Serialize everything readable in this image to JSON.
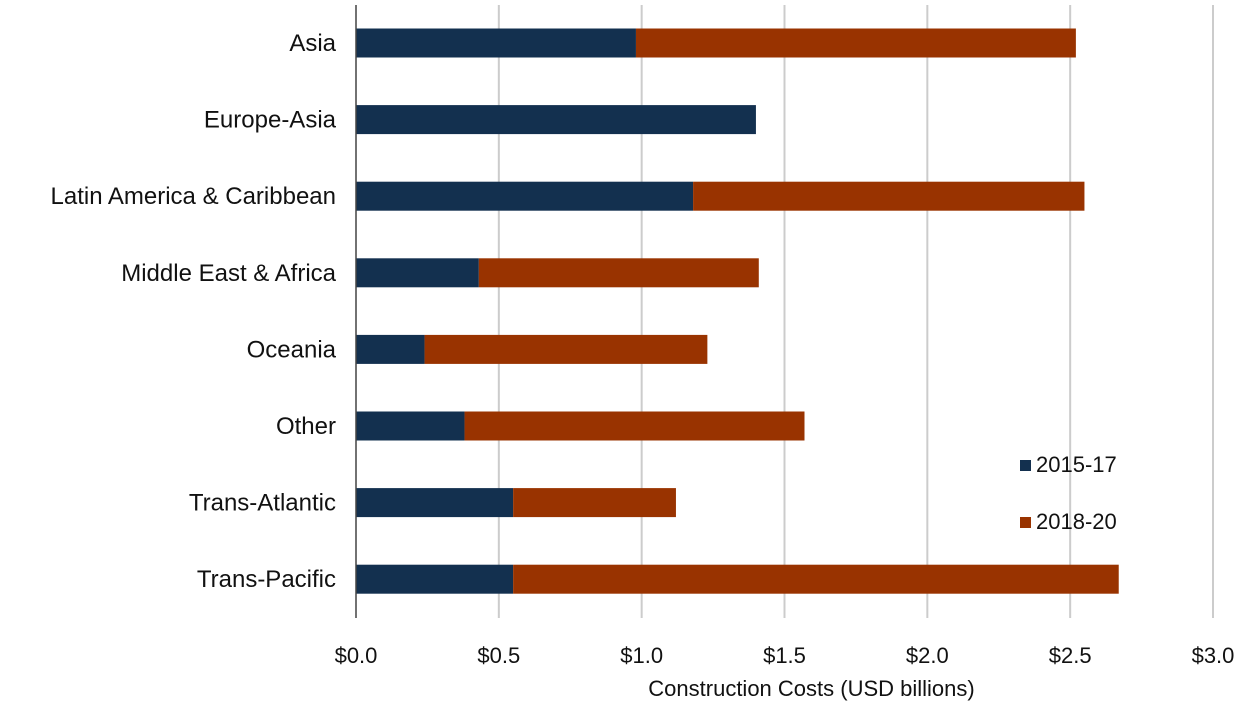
{
  "chart_data": {
    "type": "bar",
    "orientation": "horizontal",
    "stacked": true,
    "title": "",
    "xlabel": "Construction Costs (USD billions)",
    "ylabel": "",
    "xlim": [
      0,
      3
    ],
    "x_ticks": [
      {
        "value": 0.0,
        "label": "$0.0"
      },
      {
        "value": 0.5,
        "label": "$0.5"
      },
      {
        "value": 1.0,
        "label": "$1.0"
      },
      {
        "value": 1.5,
        "label": "$1.5"
      },
      {
        "value": 2.0,
        "label": "$2.0"
      },
      {
        "value": 2.5,
        "label": "$2.5"
      },
      {
        "value": 3.0,
        "label": "$3.0"
      }
    ],
    "grid": "vertical",
    "legend_position": "bottom-right",
    "categories": [
      "Asia",
      "Europe-Asia",
      "Latin America & Caribbean",
      "Middle East & Africa",
      "Oceania",
      "Other",
      "Trans-Atlantic",
      "Trans-Pacific"
    ],
    "series": [
      {
        "name": "2015-17",
        "color": "#13304f",
        "values": [
          0.98,
          1.4,
          1.18,
          0.43,
          0.24,
          0.38,
          0.55,
          0.55
        ]
      },
      {
        "name": "2018-20",
        "color": "#993300",
        "values": [
          1.54,
          0.0,
          1.37,
          0.98,
          0.99,
          1.19,
          0.57,
          2.12
        ]
      }
    ]
  }
}
